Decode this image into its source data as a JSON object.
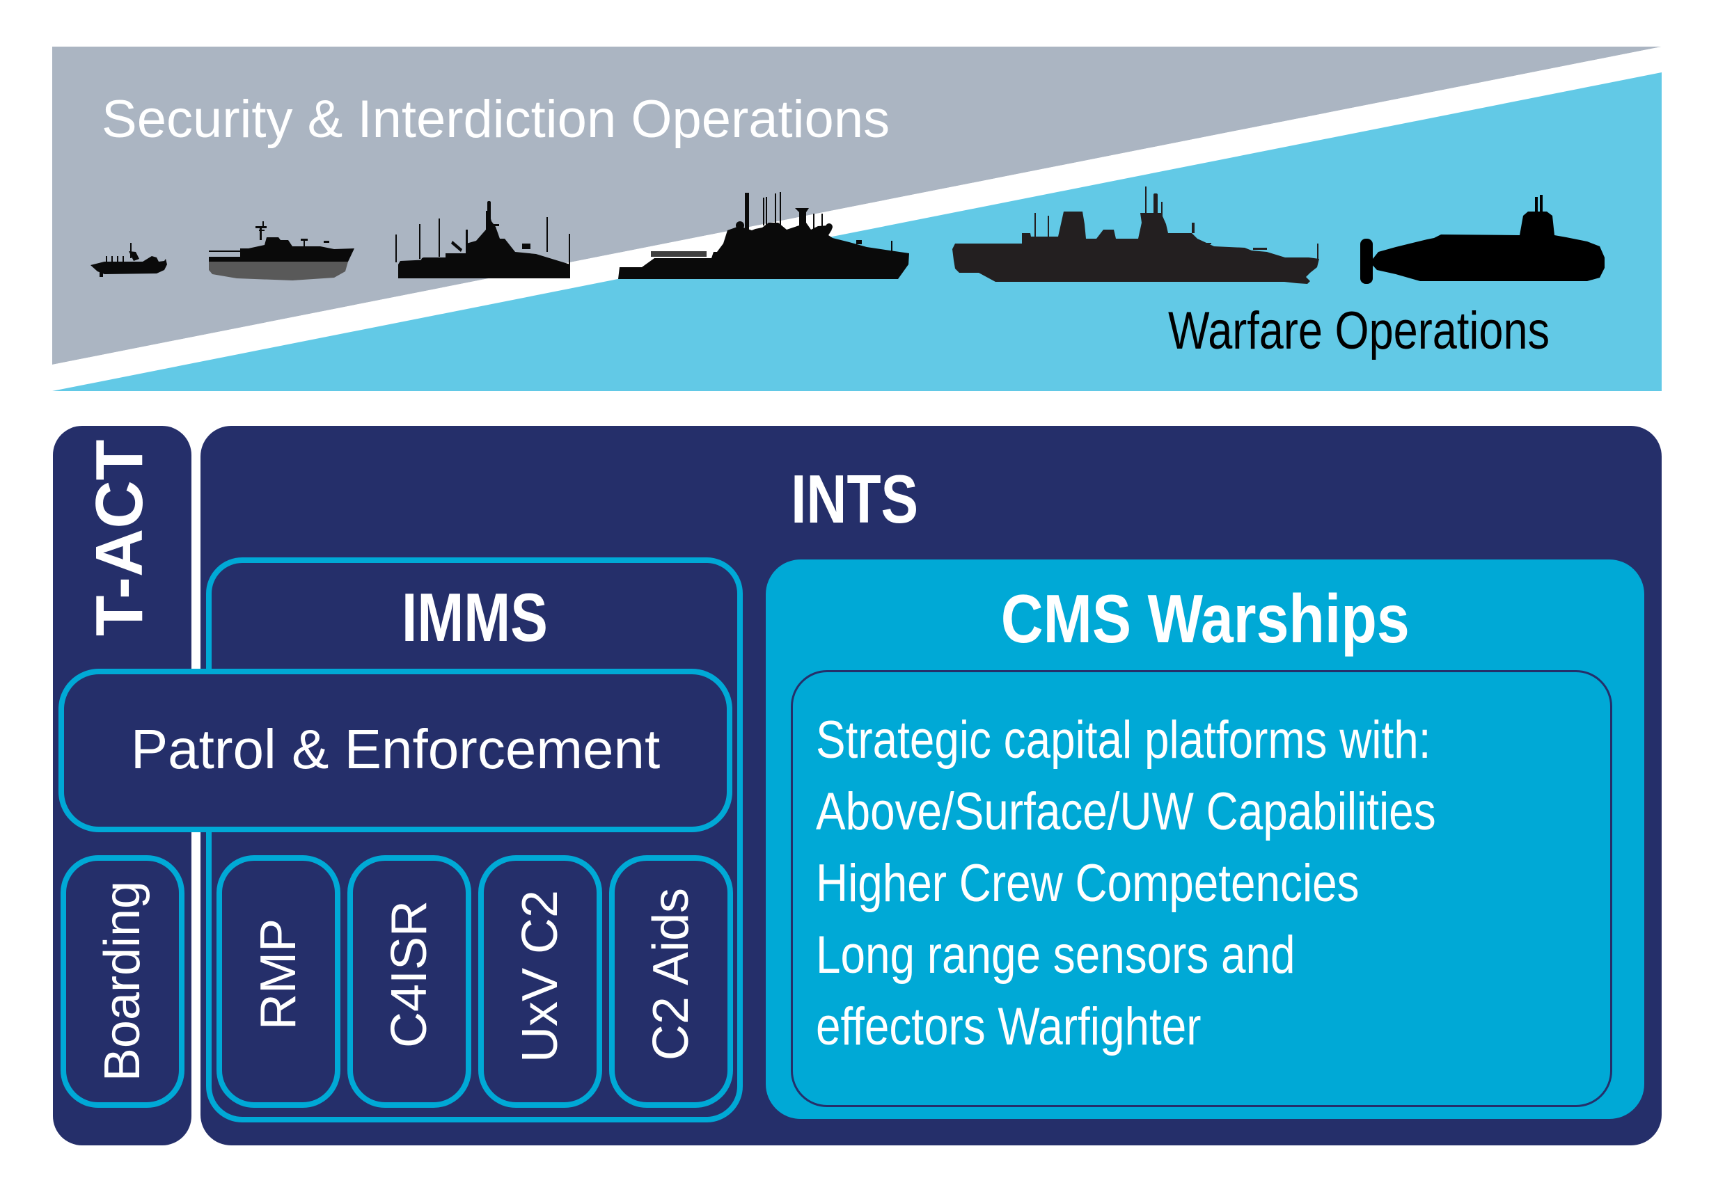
{
  "banner": {
    "left_label": "Security & Interdiction Operations",
    "right_label": "Warfare Operations",
    "colors": {
      "security_band": "#abb5c2",
      "warfare_band": "#62c9e6",
      "divider": "#ffffff",
      "silhouette": "#0a0a0a"
    },
    "vessels": [
      {
        "name": "RHIB",
        "icon": "rhib-boat-icon"
      },
      {
        "name": "Patrol boat",
        "icon": "patrol-boat-icon"
      },
      {
        "name": "Offshore patrol vessel",
        "icon": "opv-ship-icon"
      },
      {
        "name": "Corvette",
        "icon": "corvette-ship-icon"
      },
      {
        "name": "Frigate",
        "icon": "frigate-ship-icon"
      },
      {
        "name": "Submarine",
        "icon": "submarine-icon"
      }
    ]
  },
  "tact": {
    "title": "T-ACT",
    "boarding": "Boarding"
  },
  "ints": {
    "title": "INTS",
    "imms": {
      "title": "IMMS",
      "patrol": "Patrol & Enforcement",
      "modules": [
        "RMP",
        "C4ISR",
        "UxV C2",
        "C2 Aids"
      ]
    },
    "cms": {
      "title": "CMS Warships",
      "lines": [
        "Strategic capital platforms with:",
        "Above/Surface/UW Capabilities",
        "Higher Crew Competencies",
        "Long range sensors and",
        "effectors Warfighter"
      ]
    }
  },
  "colors": {
    "navy": "#252f6a",
    "cyan": "#00a9d6",
    "text": "#ffffff"
  }
}
